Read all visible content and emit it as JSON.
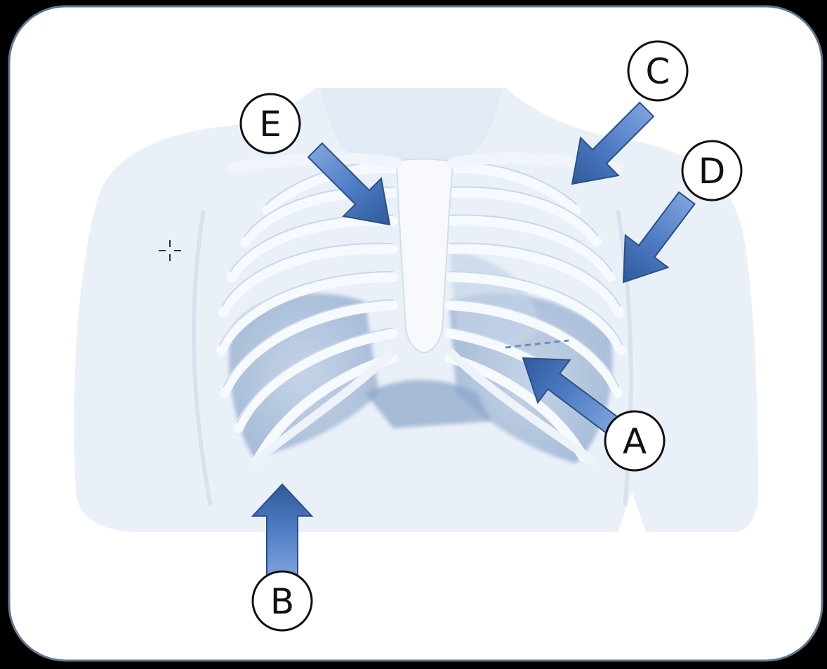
{
  "labels": {
    "A": "A",
    "B": "B",
    "C": "C",
    "D": "D",
    "E": "E"
  },
  "colors": {
    "background": "#000000",
    "panel": "#ffffff",
    "panel_border": "#5f7891",
    "body_tint": "#e9eff8",
    "rib": "#f4f7fc",
    "lung_shadow": "#9fb6d3",
    "arrow": "#4d7bc2",
    "label_circle": "#ffffff"
  }
}
